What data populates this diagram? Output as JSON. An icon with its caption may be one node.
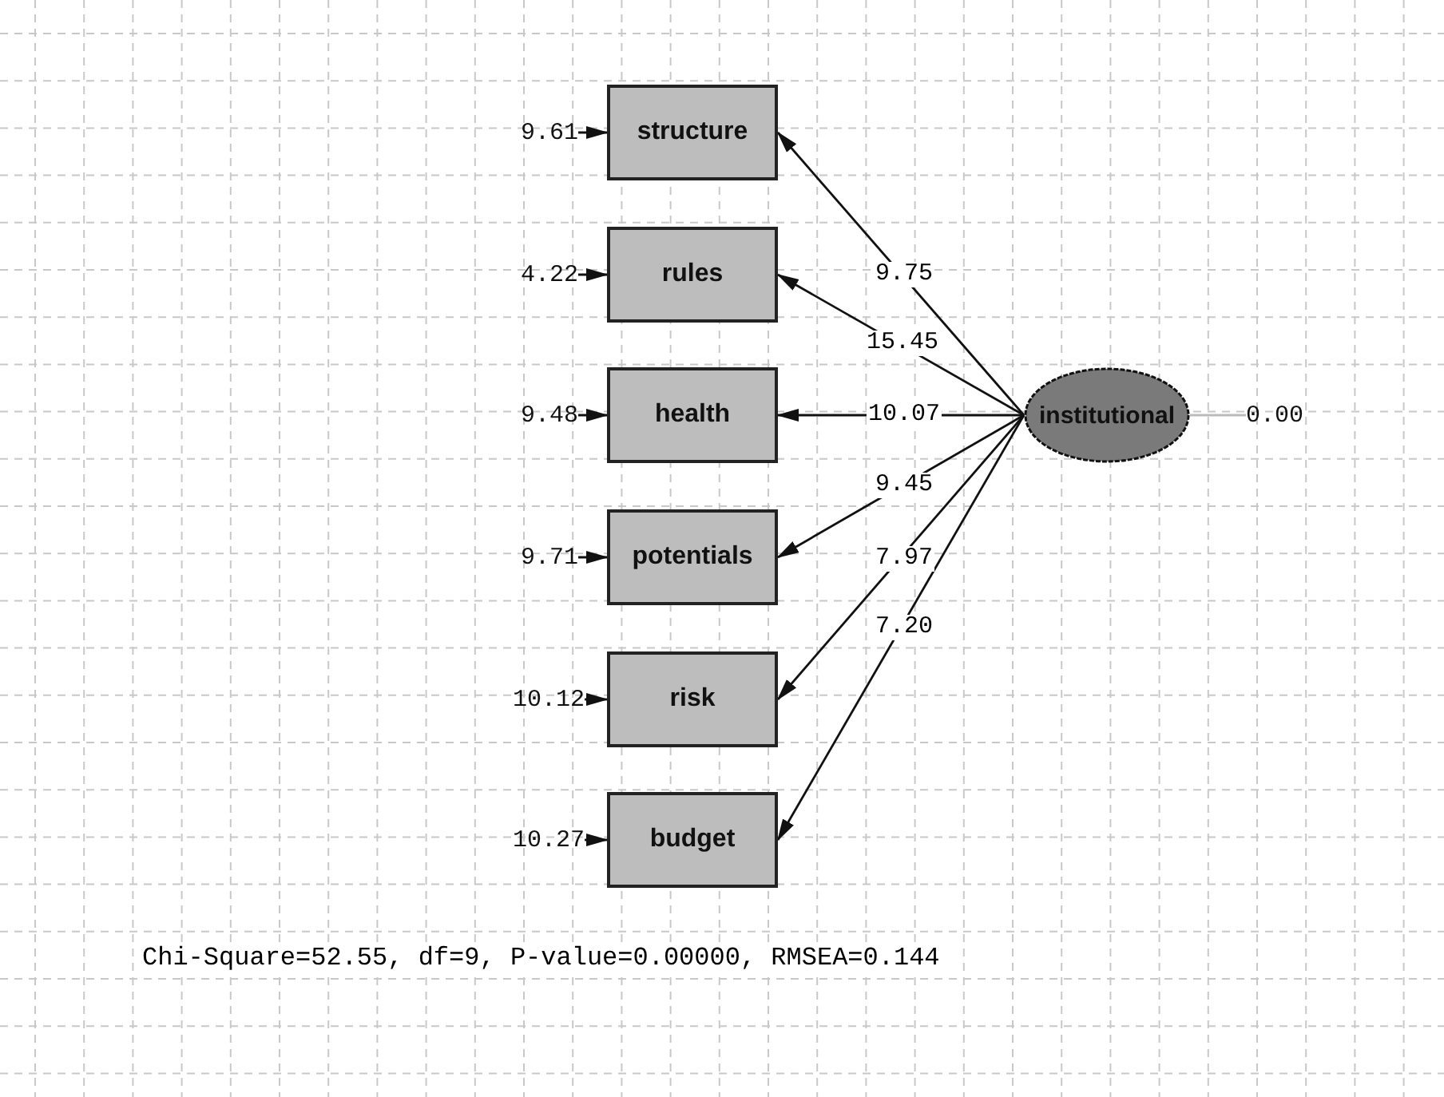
{
  "diagram": {
    "nodes": [
      {
        "text": [
          "structure"
        ]
      },
      {
        "text": [
          "rules"
        ]
      },
      {
        "text": [
          "health"
        ]
      },
      {
        "text": [
          "potentials"
        ]
      },
      {
        "text": [
          "risk"
        ]
      },
      {
        "text": [
          "budget"
        ]
      },
      {
        "text": [
          "institutional"
        ]
      },
      {
        "text": [
          "9.61"
        ]
      },
      {
        "text": [
          "4.22"
        ]
      },
      {
        "text": [
          "9.48"
        ]
      },
      {
        "text": [
          "9.71"
        ]
      },
      {
        "text": [
          "10.12"
        ]
      },
      {
        "text": [
          "10.27"
        ]
      },
      {
        "text": [
          "0.00"
        ]
      }
    ],
    "edges": [
      {
        "from": 6,
        "to": 0,
        "arrow": "to",
        "label": "9.75"
      },
      {
        "from": 6,
        "to": 1,
        "arrow": "to",
        "label": "15.45"
      },
      {
        "from": 6,
        "to": 2,
        "arrow": "to",
        "label": "10.07"
      },
      {
        "from": 6,
        "to": 3,
        "arrow": "to",
        "label": "9.45"
      },
      {
        "from": 6,
        "to": 4,
        "arrow": "to",
        "label": "7.97"
      },
      {
        "from": 6,
        "to": 5,
        "arrow": "to",
        "label": "7.20"
      },
      {
        "from": 7,
        "to": 0,
        "arrow": "to"
      },
      {
        "from": 8,
        "to": 1,
        "arrow": "to"
      },
      {
        "from": 9,
        "to": 2,
        "arrow": "to"
      },
      {
        "from": 10,
        "to": 3,
        "arrow": "to"
      },
      {
        "from": 11,
        "to": 4,
        "arrow": "to"
      },
      {
        "from": 12,
        "to": 5,
        "arrow": "to"
      },
      {
        "from": 6,
        "to": 13,
        "arrow": "none",
        "color": "#bbbbbb"
      }
    ],
    "labels": [
      "Chi-Square=52.55, df=9, P-value=0.00000, RMSEA=0.144"
    ]
  }
}
